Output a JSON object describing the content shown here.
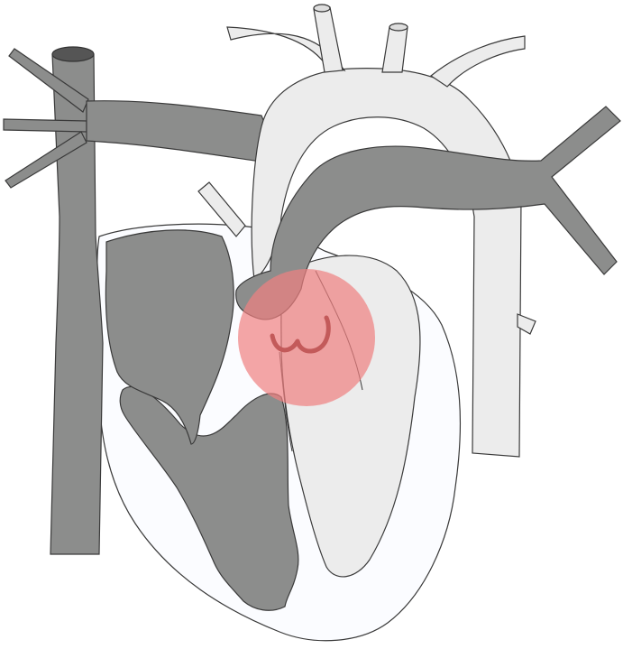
{
  "diagram": {
    "subject": "heart-cross-section",
    "highlight": {
      "color": "#f08080",
      "opacity": 0.7,
      "target": "aortic-valve"
    },
    "colors": {
      "venous": "#8c8d8c",
      "arterial": "#ececec",
      "chamber_interior": "#fbfcff",
      "outline": "#3a3a3a",
      "valve": "#5a0000"
    }
  }
}
